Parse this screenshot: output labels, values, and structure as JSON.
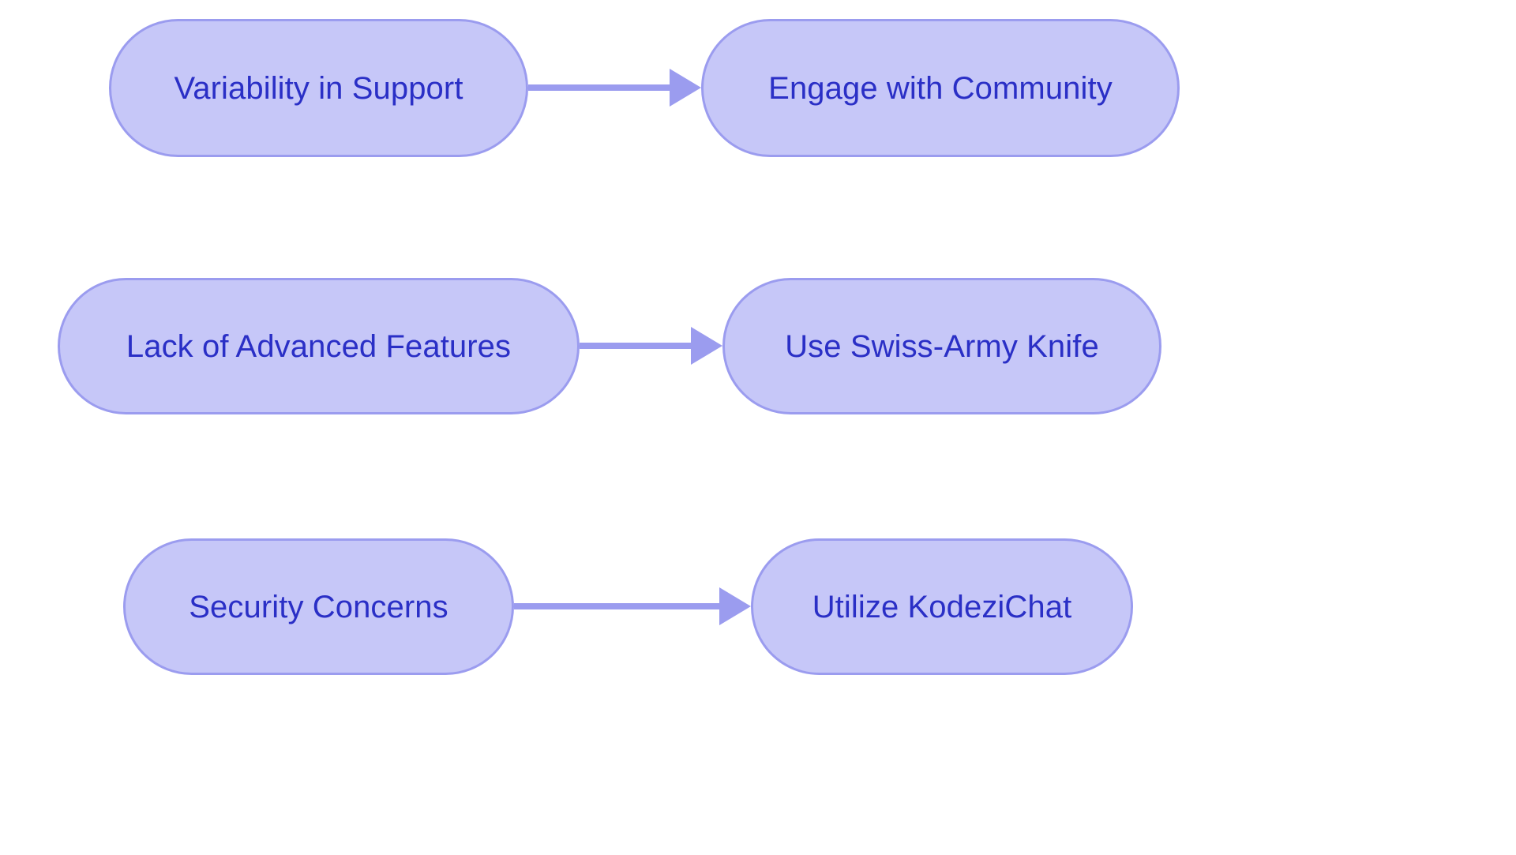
{
  "diagram": {
    "type": "flowchart",
    "orientation": "left-to-right",
    "background_color": "#ffffff",
    "node_fill_color": "#c6c7f8",
    "node_border_color": "#9b9cef",
    "node_text_color": "#2a2fc6",
    "edge_color": "#9b9cef",
    "node_shape": "stadium",
    "rows": [
      {
        "source": "Variability in Support",
        "target": "Engage with Community",
        "arrow": "arrowhead-right-icon"
      },
      {
        "source": "Lack of Advanced Features",
        "target": "Use Swiss-Army Knife",
        "arrow": "arrowhead-right-icon"
      },
      {
        "source": "Security Concerns",
        "target": "Utilize KodeziChat",
        "arrow": "arrowhead-right-icon"
      }
    ]
  }
}
